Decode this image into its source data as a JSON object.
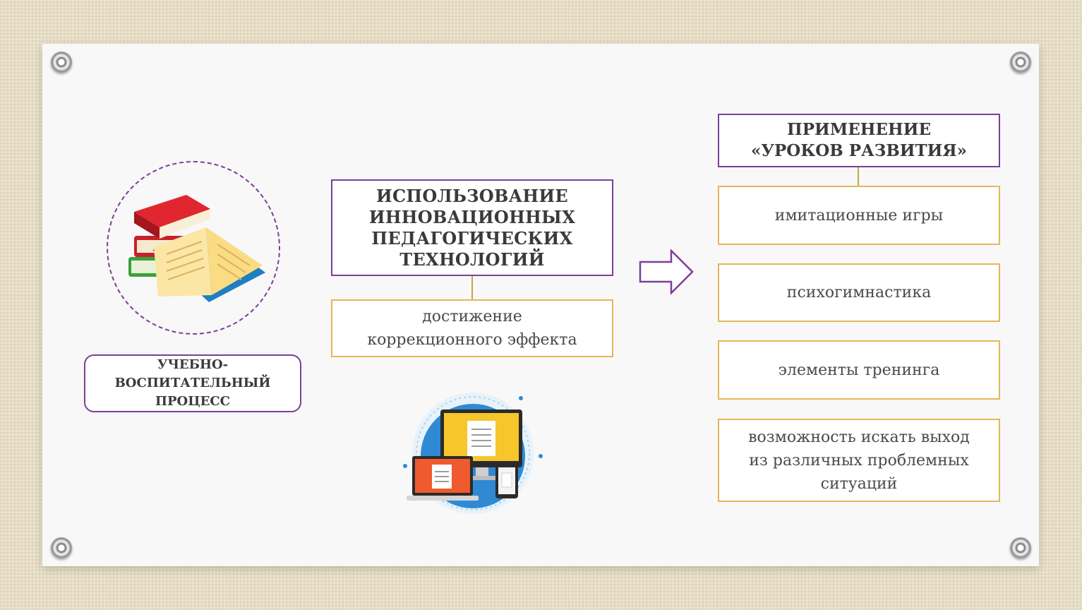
{
  "left": {
    "books_icon": "books-icon",
    "process_label": "УЧЕБНО-\nВОСПИТАТЕЛЬНЫЙ\nПРОЦЕСС"
  },
  "center": {
    "title": "ИСПОЛЬЗОВАНИЕ\nИННОВАЦИОННЫХ\nПЕДАГОГИЧЕСКИХ\nТЕХНОЛОГИЙ",
    "result": "достижение\nкоррекционного эффекта",
    "devices_icon": "devices-icon"
  },
  "arrow_icon": "arrow-right-icon",
  "right": {
    "title": "ПРИМЕНЕНИЕ\n«УРОКОВ РАЗВИТИЯ»",
    "items": [
      "имитационные игры",
      "психогимнастика",
      "элементы тренинга",
      "возможность искать выход\nиз различных проблемных\nситуаций"
    ]
  },
  "colors": {
    "purple_border": "#7b3f99",
    "gold_border": "#e3b75a",
    "text": "#3a3a3a"
  }
}
